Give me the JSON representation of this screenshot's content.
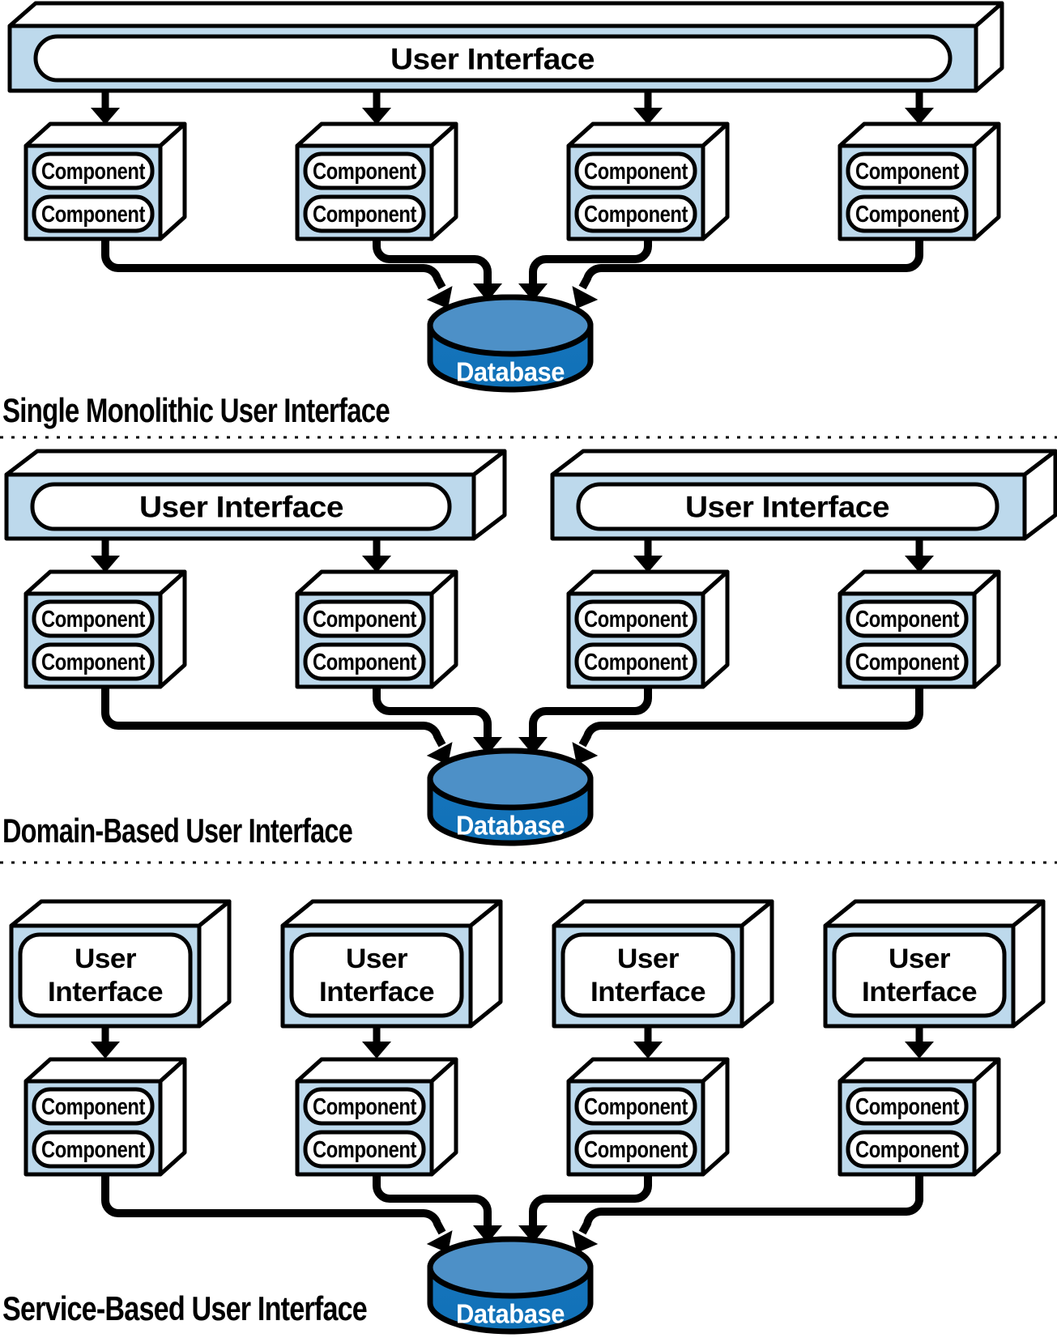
{
  "labels": {
    "user_interface": "User Interface",
    "user": "User",
    "interface": "Interface",
    "component": "Component",
    "database": "Database"
  },
  "sections": [
    {
      "name": "Single Monolithic User Interface",
      "ui_boxes": 1,
      "component_boxes": 4,
      "components_per_box": 2,
      "databases": 1
    },
    {
      "name": "Domain-Based User Interface",
      "ui_boxes": 2,
      "component_boxes": 4,
      "components_per_box": 2,
      "databases": 1
    },
    {
      "name": "Service-Based User Interface",
      "ui_boxes": 4,
      "component_boxes": 4,
      "components_per_box": 2,
      "databases": 1
    }
  ],
  "colors": {
    "box_face": "#bdd9ec",
    "box_side": "#ffffff",
    "outline": "#000000",
    "database_top": "#4d90c7",
    "database_body": "#1273ba",
    "database_text": "#ffffff",
    "background": "#ffffff"
  }
}
